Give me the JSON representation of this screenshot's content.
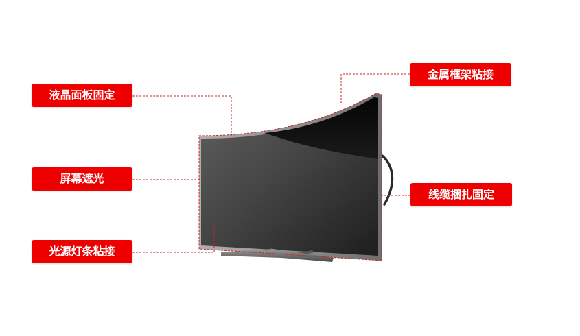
{
  "labels": {
    "panel_fixing": "液晶面板固定",
    "screen_shading": "屏幕遮光",
    "lightbar_bonding": "光源灯条粘接",
    "metal_frame_bonding": "金属框架粘接",
    "cable_binding": "线缆捆扎固定"
  },
  "colors": {
    "label_background": "#ee0000",
    "label_text": "#ffffff",
    "leader_line": "#cc2222",
    "screen_dark": "#1c1c1c",
    "screen_mid": "#505050",
    "bezel": "#8a8a8a"
  },
  "icons": {
    "product": "curved-tv-icon"
  }
}
